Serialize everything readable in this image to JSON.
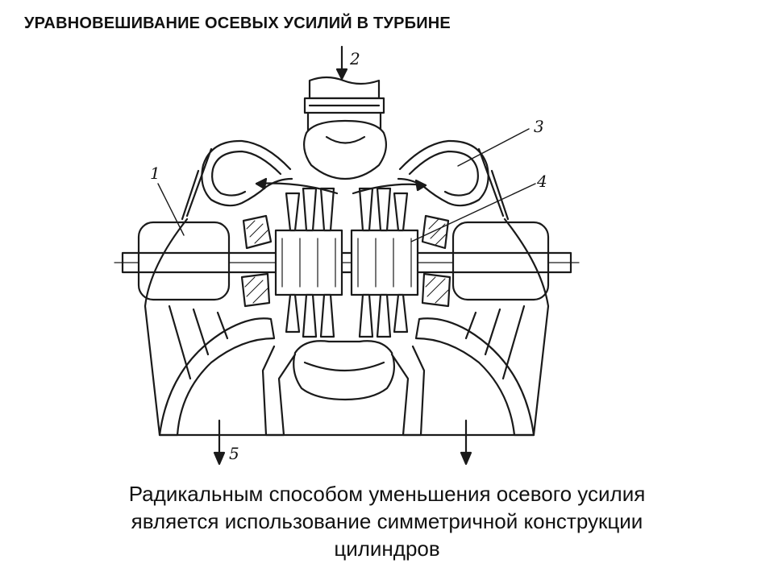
{
  "title": "УРАВНОВЕШИВАНИЕ ОСЕВЫХ УСИЛИЙ В ТУРБИНЕ",
  "diagram": {
    "callouts": {
      "c1": "1",
      "c2": "2",
      "c3": "3",
      "c4": "4",
      "c5": "5"
    }
  },
  "caption": {
    "line1": "Радикальным способом уменьшения осевого усилия",
    "line2": "является использование симметричной конструкции",
    "line3": "цилиндров"
  }
}
